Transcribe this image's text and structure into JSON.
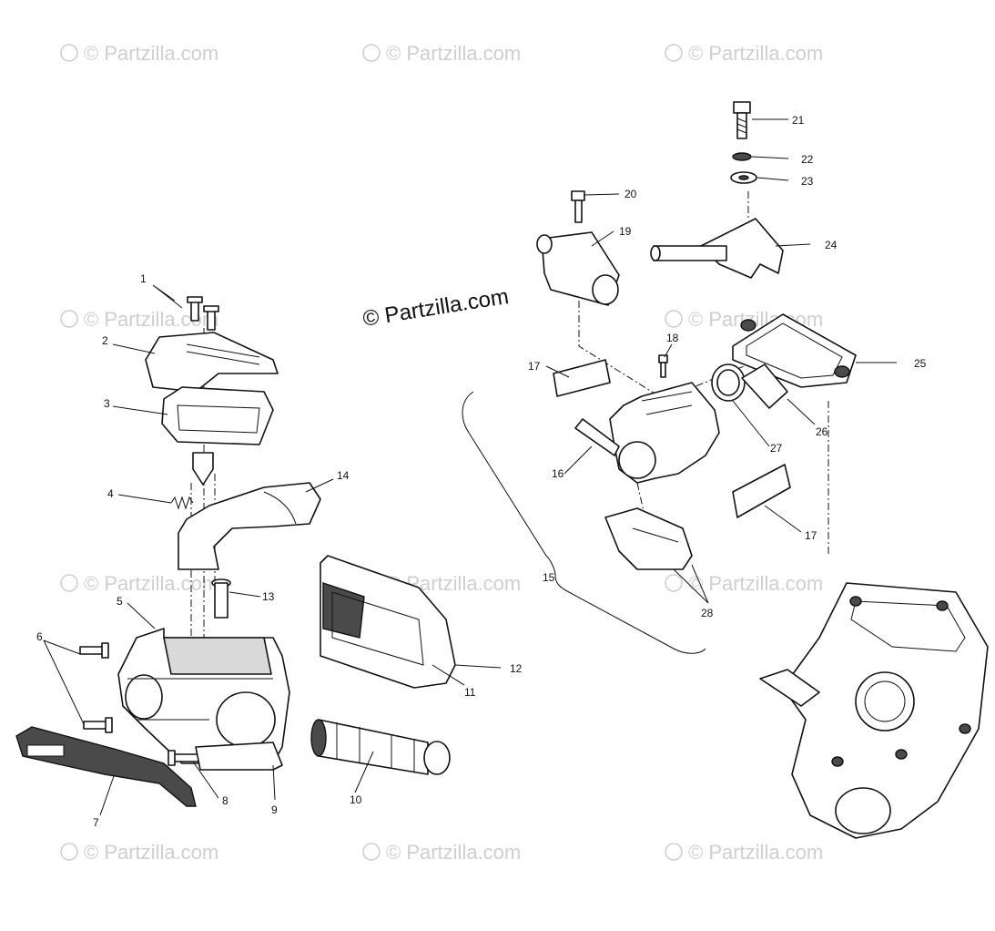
{
  "diagram": {
    "copyright": "© Partzilla.com",
    "watermark": "© Partzilla.com",
    "callouts": [
      "1",
      "2",
      "3",
      "4",
      "5",
      "6",
      "7",
      "8",
      "9",
      "10",
      "11",
      "12",
      "13",
      "14",
      "15",
      "16",
      "17",
      "17",
      "18",
      "19",
      "20",
      "21",
      "22",
      "23",
      "24",
      "25",
      "26",
      "27",
      "28"
    ]
  }
}
